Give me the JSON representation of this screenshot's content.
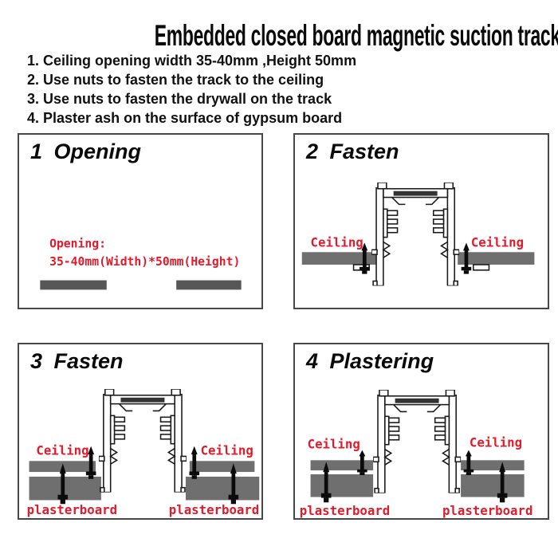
{
  "title": "Embedded closed board magnetic suction track installation",
  "steps": [
    "1. Ceiling opening width 35-40mm ,Height 50mm",
    "2. Use nuts to fasten the track to the ceiling",
    "3. Use nuts to fasten the drywall on the track",
    "4. Plaster ash on the surface of gypsum board"
  ],
  "panels": {
    "opening": {
      "heading": "1 Opening",
      "note_title": "Opening:",
      "note_spec": "35-40mm(Width)*50mm(Height)"
    },
    "fasten_track": {
      "heading": "2 Fasten",
      "ceiling_left": "Ceiling",
      "ceiling_right": "Ceiling"
    },
    "fasten_drywall": {
      "heading": "3 Fasten",
      "ceiling_left": "Ceiling",
      "ceiling_right": "Ceiling",
      "plasterboard_left": "plasterboard",
      "plasterboard_right": "plasterboard"
    },
    "plastering": {
      "heading": "4 Plastering",
      "ceiling_left": "Ceiling",
      "ceiling_right": "Ceiling",
      "plasterboard_left": "plasterboard",
      "plasterboard_right": "plasterboard"
    }
  },
  "colors": {
    "accent_red": "#e01b2b",
    "ceiling_gray": "#6f6f6f",
    "bar_gray": "#575757",
    "strip_dark": "#333333",
    "line_dark": "#1a1a1a",
    "border_gray": "#474747"
  }
}
